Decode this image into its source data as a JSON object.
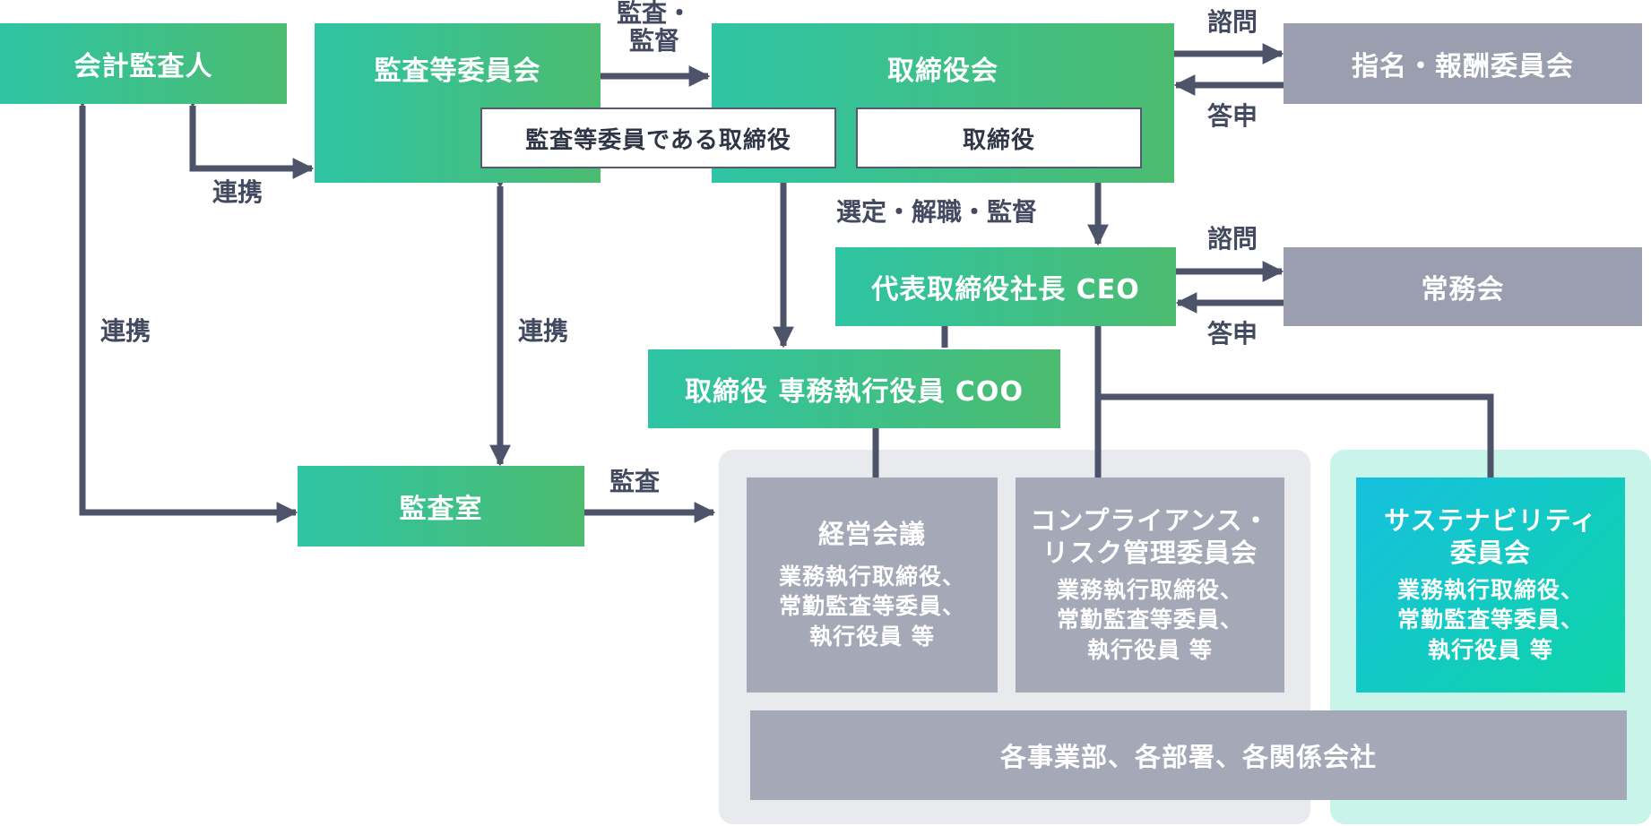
{
  "nodes": {
    "auditor": "会計監査人",
    "audit_committee": "監査等委員会",
    "board": "取締役会",
    "director_ac": "監査等委員である取締役",
    "director": "取締役",
    "nomination": "指名・報酬委員会",
    "ceo": "代表取締役社長 CEO",
    "coo": "取締役 専務執行役員 COO",
    "executive_committee": "常務会",
    "audit_office": "監査室",
    "management_meeting": {
      "title": "経営会議",
      "sub": [
        "業務執行取締役、",
        "常勤監査等委員、",
        "執行役員 等"
      ]
    },
    "compliance": {
      "title": [
        "コンプライアンス・",
        "リスク管理委員会"
      ],
      "sub": [
        "業務執行取締役、",
        "常勤監査等委員、",
        "執行役員 等"
      ]
    },
    "sustainability": {
      "title": [
        "サステナビリティ",
        "委員会"
      ],
      "sub": [
        "業務執行取締役、",
        "常勤監査等委員、",
        "執行役員 等"
      ]
    },
    "divisions": "各事業部、各部署、各関係会社"
  },
  "edge_labels": {
    "audit_supervise": [
      "監査・",
      "監督"
    ],
    "consult_1": "諮問",
    "report_1": "答申",
    "cooperation_1": "連携",
    "cooperation_2": "連携",
    "cooperation_3": "連携",
    "select_dismiss": "選定・解職・監督",
    "consult_2": "諮問",
    "report_2": "答申",
    "audit": "監査"
  },
  "colors": {
    "green_start": "#2ec4a4",
    "green_end": "#4cbc70",
    "slate": "#9a9eae",
    "gray_box": "#a5a8b6",
    "panel_gray": "#e9eaee",
    "panel_teal": "#c9f4ea",
    "arrow": "#4d5368"
  }
}
